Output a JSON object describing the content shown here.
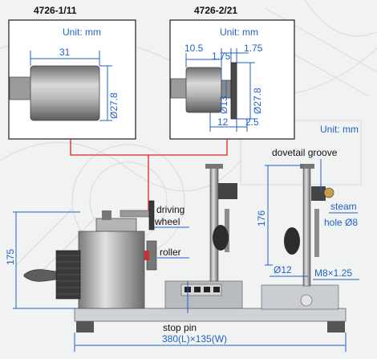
{
  "panel_left": {
    "title": "4726-1/11",
    "unit": "Unit: mm",
    "dim_length": "31",
    "dim_diameter": "Ø27.8"
  },
  "panel_right": {
    "title": "4726-2/21",
    "unit": "Unit: mm",
    "dim_a": "10.5",
    "dim_b": "1.75",
    "dim_c": "1.75",
    "dim_d": "Ø13",
    "dim_e": "Ø27.8",
    "dim_f": "12",
    "dim_g": "2.5"
  },
  "main": {
    "unit": "Unit: mm",
    "callout_dovetail": "dovetail groove",
    "callout_driving_1": "driving",
    "callout_driving_2": "wheel",
    "callout_roller": "roller",
    "callout_steam_1": "steam",
    "callout_steam_2": "hole Ø8",
    "dim_height_left": "175",
    "dim_height_right": "176",
    "dim_bore": "Ø12",
    "dim_thread": "M8×1.25",
    "callout_stop_pin": "stop pin",
    "dim_base": "380(L)×135(W)"
  },
  "colors": {
    "dimension": "#1f63c6",
    "callout_line": "#e02424"
  }
}
